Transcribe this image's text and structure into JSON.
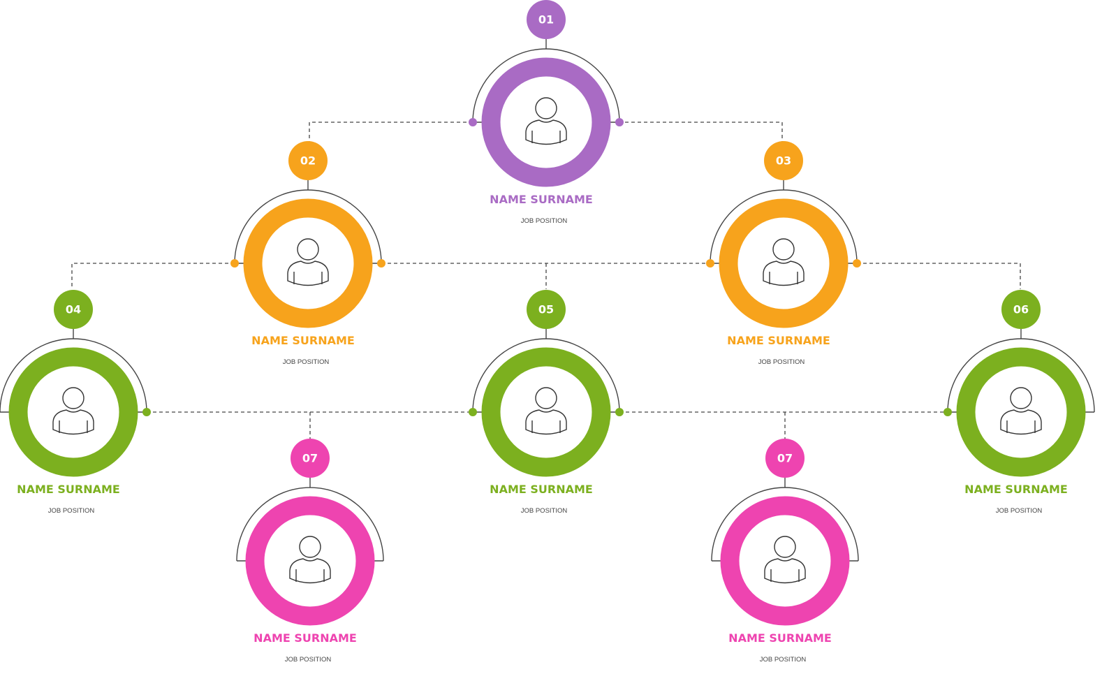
{
  "colors": {
    "purple": "#a96bc4",
    "orange": "#f7a31c",
    "green": "#7cb01f",
    "pink": "#ee44b0",
    "line": "#444444"
  },
  "nodes": [
    {
      "number": "01",
      "name": "NAME SURNAME",
      "position": "JOB POSITION",
      "color": "#a96bc4",
      "icon": "person-icon"
    },
    {
      "number": "02",
      "name": "NAME SURNAME",
      "position": "JOB POSITION",
      "color": "#f7a31c",
      "icon": "person-icon"
    },
    {
      "number": "03",
      "name": "NAME SURNAME",
      "position": "JOB POSITION",
      "color": "#f7a31c",
      "icon": "person-icon"
    },
    {
      "number": "04",
      "name": "NAME SURNAME",
      "position": "JOB POSITION",
      "color": "#7cb01f",
      "icon": "person-icon"
    },
    {
      "number": "05",
      "name": "NAME SURNAME",
      "position": "JOB POSITION",
      "color": "#7cb01f",
      "icon": "person-icon"
    },
    {
      "number": "06",
      "name": "NAME SURNAME",
      "position": "JOB POSITION",
      "color": "#7cb01f",
      "icon": "person-icon"
    },
    {
      "number": "07",
      "name": "NAME SURNAME",
      "position": "JOB POSITION",
      "color": "#ee44b0",
      "icon": "person-icon"
    },
    {
      "number": "07",
      "name": "NAME SURNAME",
      "position": "JOB POSITION",
      "color": "#ee44b0",
      "icon": "person-icon"
    }
  ]
}
